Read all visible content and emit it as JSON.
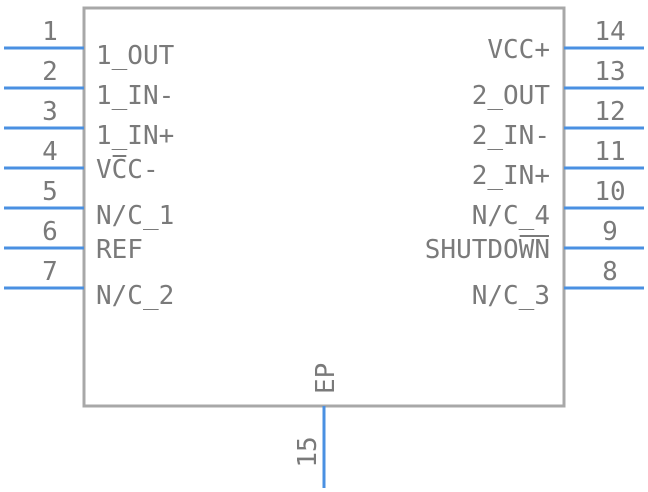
{
  "component": {
    "colors": {
      "pin": "#4a90e2",
      "body_outline": "#a8a8a8",
      "text": "#7a7a7a",
      "background": "#ffffff"
    },
    "left_pins": [
      {
        "number": "1",
        "label": "1_OUT"
      },
      {
        "number": "2",
        "label": "1_IN-"
      },
      {
        "number": "3",
        "label": "1_IN+"
      },
      {
        "number": "4",
        "label": "VCC-",
        "overbar": "C"
      },
      {
        "number": "5",
        "label": "N/C_1"
      },
      {
        "number": "6",
        "label": "REF"
      },
      {
        "number": "7",
        "label": "N/C_2"
      }
    ],
    "right_pins": [
      {
        "number": "14",
        "label": "VCC+"
      },
      {
        "number": "13",
        "label": "2_OUT"
      },
      {
        "number": "12",
        "label": "2_IN-"
      },
      {
        "number": "11",
        "label": "2_IN+"
      },
      {
        "number": "10",
        "label": "N/C_4"
      },
      {
        "number": "9",
        "label": "SHUTDOWN",
        "overbar": "WN"
      },
      {
        "number": "8",
        "label": "N/C_3"
      }
    ],
    "bottom_pin": {
      "number": "15",
      "label": "EP"
    }
  }
}
